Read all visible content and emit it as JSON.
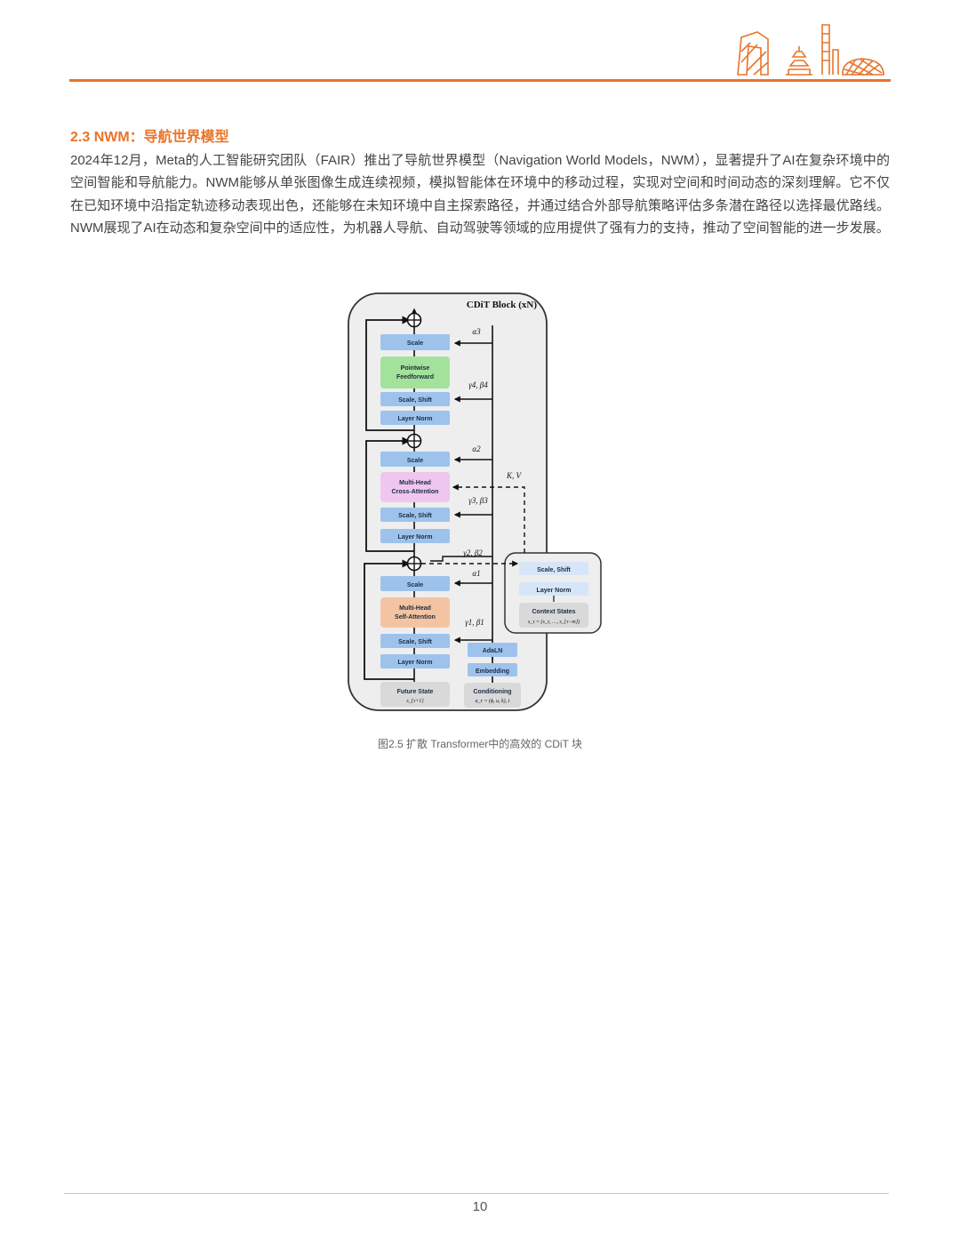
{
  "header": {
    "logo_icon": "beijing-landmarks-logo",
    "accent_color": "#e8742a"
  },
  "section": {
    "title": "2.3 NWM：导航世界模型",
    "paragraph": "2024年12月，Meta的人工智能研究团队（FAIR）推出了导航世界模型（Navigation World Models，NWM），显著提升了AI在复杂环境中的空间智能和导航能力。NWM能够从单张图像生成连续视频，模拟智能体在环境中的移动过程，实现对空间和时间动态的深刻理解。它不仅在已知环境中沿指定轨迹移动表现出色，还能够在未知环境中自主探索路径，并通过结合外部导航策略评估多条潜在路径以选择最优路线。NWM展现了AI在动态和复杂空间中的适应性，为机器人导航、自动驾驶等领域的应用提供了强有力的支持，推动了空间智能的进一步发展。"
  },
  "figure": {
    "title": "CDiT Block (xN)",
    "blocks": {
      "scale_top": "Scale",
      "pointwise_ff": "Pointwise Feedforward",
      "scale_shift_top": "Scale, Shift",
      "layer_norm_top": "Layer Norm",
      "scale_mid": "Scale",
      "cross_attention": "Multi-Head Cross-Attention",
      "scale_shift_mid": "Scale, Shift",
      "layer_norm_mid": "Layer Norm",
      "scale_bottom": "Scale",
      "self_attention": "Multi-Head Self-Attention",
      "scale_shift_bottom": "Scale, Shift",
      "layer_norm_bottom": "Layer Norm",
      "future_state": "Future State",
      "future_state_sym": "s_{τ+1}",
      "adaln": "AdaLN",
      "embedding": "Embedding",
      "conditioning": "Conditioning",
      "conditioning_sym": "a_τ = (ϕ, u, k), t",
      "ctx_scale_shift": "Scale, Shift",
      "ctx_layer_norm": "Layer Norm",
      "context_states": "Context States",
      "context_sym": "s_τ = (s_τ, …, s_{τ−m})"
    },
    "labels": {
      "alpha3": "α3",
      "gamma4_beta4": "γ4, β4",
      "alpha2": "α2",
      "kv": "K, V",
      "gamma3_beta3": "γ3, β3",
      "gamma2_beta2": "γ2, β2",
      "alpha1": "α1",
      "gamma1_beta1": "γ1, β1"
    },
    "colors": {
      "blue_block": "#9dc3ec",
      "green_block": "#a3e29a",
      "pink_block": "#efc6ee",
      "orange_block": "#f4c4a2",
      "gray_block": "#d9d9d9",
      "panel": "#eeeeee"
    },
    "caption": "图2.5 扩散 Transformer中的高效的 CDiT 块"
  },
  "footer": {
    "page_number": "10"
  }
}
